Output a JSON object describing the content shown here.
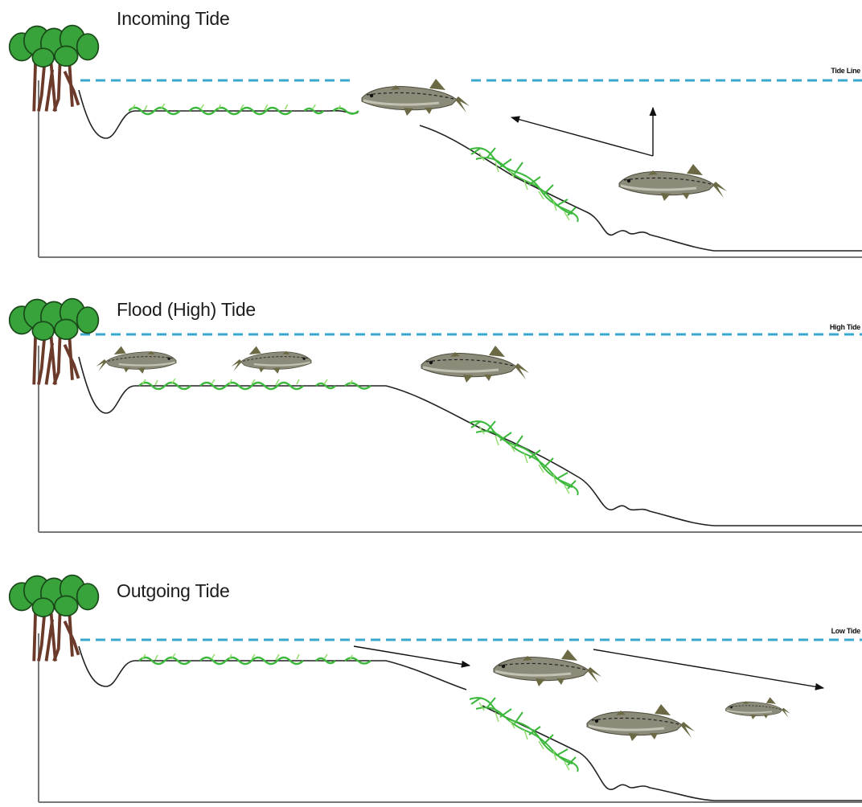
{
  "diagram": {
    "panels": [
      {
        "id": "incoming",
        "title": "Incoming Tide",
        "line_label": "Tide Line",
        "line_state": "tide-line",
        "snook_count": 2,
        "arrows": [
          "up",
          "toward-shore"
        ]
      },
      {
        "id": "flood",
        "title": "Flood (High) Tide",
        "line_label": "High Tide",
        "line_state": "high",
        "snook_count": 3,
        "arrows": []
      },
      {
        "id": "outgoing",
        "title": "Outgoing Tide",
        "line_label": "Low Tide",
        "line_state": "low",
        "snook_count": 3,
        "arrows": [
          "offshore",
          "offshore"
        ]
      }
    ],
    "colors": {
      "water_line": "#3aa7cf",
      "ground_line": "#222222",
      "bottom_line": "#777777",
      "seagrass": "#3cb83c",
      "seagrass_light": "#8fdc6a",
      "tree_foliage": "#38a33a",
      "tree_trunk": "#6b3a2a",
      "fish_body": "#8c8a78",
      "fish_fin": "#6b6a44",
      "arrow": "#111111"
    },
    "icons": [
      "mangrove-tree-icon",
      "snook-fish-icon",
      "seagrass-icon",
      "arrow-icon"
    ]
  }
}
